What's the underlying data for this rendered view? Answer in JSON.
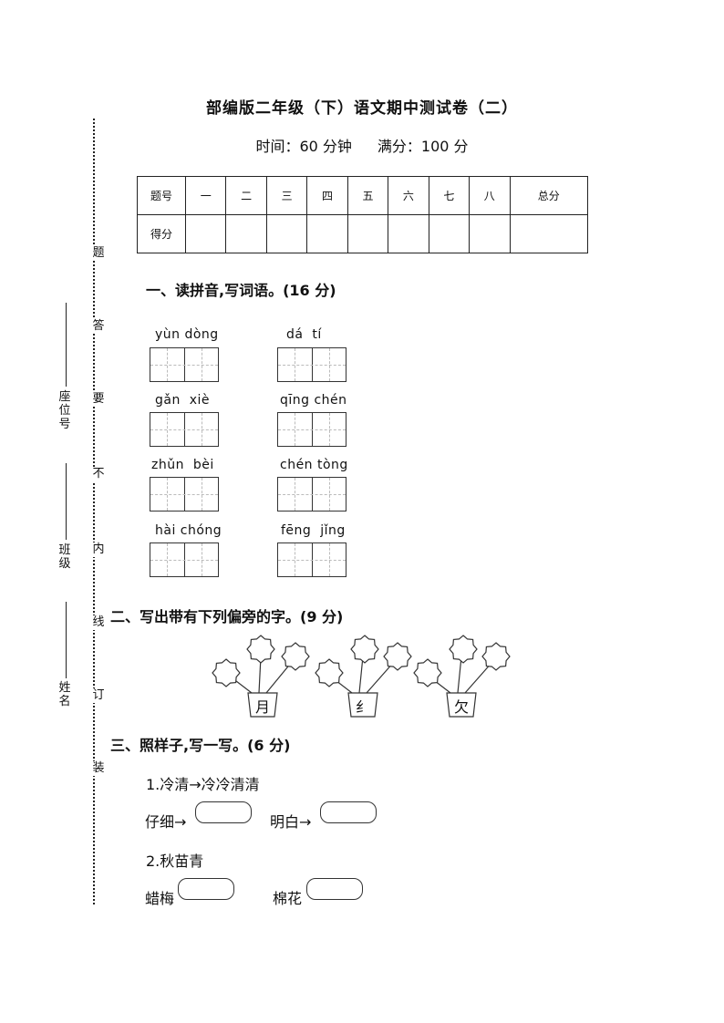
{
  "header": {
    "title": "部编版二年级（下）语文期中测试卷（二）",
    "time": "时间：60 分钟",
    "score": "满分：100 分"
  },
  "margin": {
    "labels": [
      "座位号",
      "班级",
      "姓名"
    ],
    "warning_chars": [
      "题",
      "答",
      "要",
      "不",
      "内",
      "线",
      "订",
      "装"
    ]
  },
  "score_table": {
    "row1": [
      "题号",
      "一",
      "二",
      "三",
      "四",
      "五",
      "六",
      "七",
      "八",
      "总分"
    ],
    "row2_label": "得分"
  },
  "section1": {
    "heading": "一、读拼音,写词语。(16 分)",
    "items": [
      "yùn dòng",
      "dá  tí",
      "gǎn  xiè",
      "qīng chén",
      "zhǔn  bèi",
      "chén tòng",
      "hài chóng",
      "fēng  jǐng"
    ]
  },
  "section2": {
    "heading": "二、写出带有下列偏旁的字。(9 分)",
    "radicals": [
      "月",
      "纟",
      "欠"
    ]
  },
  "section3": {
    "heading": "三、照样子,写一写。(6 分)",
    "ex1": "1.冷清→冷冷清清",
    "ex1_a": "仔细→",
    "ex1_b": "明白→",
    "ex2": "2.秋苗青",
    "ex2_a": "蜡梅",
    "ex2_b": "棉花"
  }
}
